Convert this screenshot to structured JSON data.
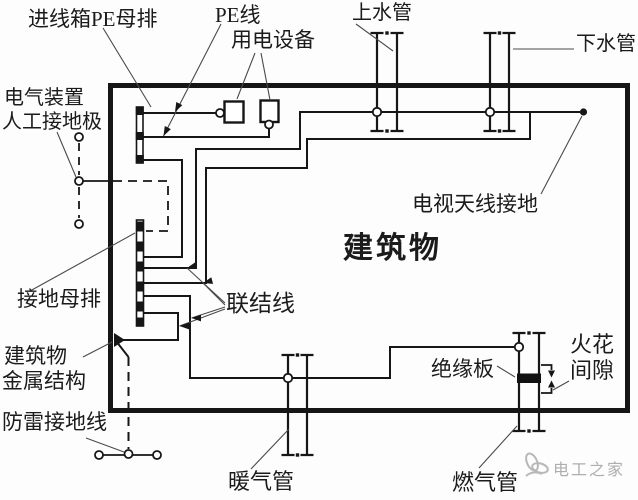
{
  "diagram": {
    "labels": {
      "incoming_pe_busbar": "进线箱PE母排",
      "pe_wire": "PE线",
      "electrical_equipment": "用电设备",
      "water_supply_pipe": "上水管",
      "drain_pipe": "下水管",
      "electrical_device_line1": "电气装置",
      "electrical_device_line2": "人工接地极",
      "tv_antenna_ground": "电视天线接地",
      "building": "建筑物",
      "ground_busbar": "接地母排",
      "bonding_wires": "联结线",
      "metal_structure_line1": "建筑物",
      "metal_structure_line2": "金属结构",
      "lightning_ground_wire": "防雷接地线",
      "heating_pipe": "暖气管",
      "gas_pipe": "燃气管",
      "insulation_board": "绝缘板",
      "spark_gap_line1": "火花",
      "spark_gap_line2": "间隙"
    },
    "watermark": "电工之家",
    "colors": {
      "line": "#161616",
      "leader": "#4a4a4a",
      "watermark": "#aeaeae"
    }
  }
}
